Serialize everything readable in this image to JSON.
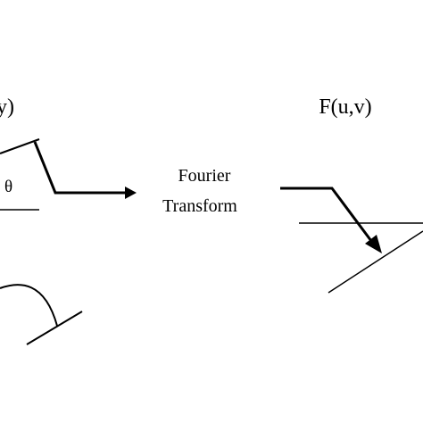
{
  "labels": {
    "left_function": "y)",
    "right_function": "F(u,v)",
    "angle": "θ",
    "transform_line1": "Fourier",
    "transform_line2": "Transform"
  },
  "colors": {
    "ink": "#000000",
    "background": "#ffffff"
  }
}
